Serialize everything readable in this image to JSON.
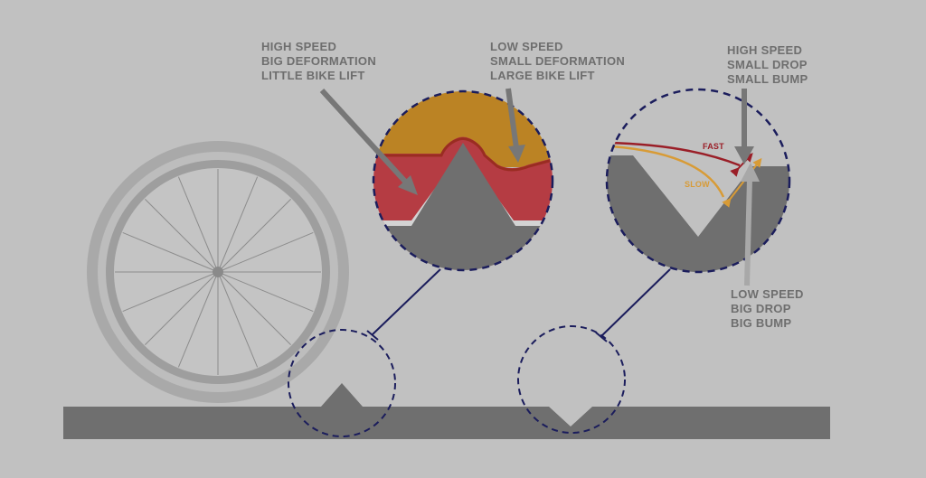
{
  "labels": {
    "high_speed_deformation": [
      "HIGH SPEED",
      "BIG DEFORMATION",
      "LITTLE BIKE LIFT"
    ],
    "low_speed_deformation": [
      "LOW SPEED",
      "SMALL DEFORMATION",
      "LARGE BIKE LIFT"
    ],
    "high_speed_drop": [
      "HIGH SPEED",
      "SMALL DROP",
      "SMALL BUMP"
    ],
    "low_speed_drop": [
      "LOW SPEED",
      "BIG DROP",
      "BIG BUMP"
    ],
    "fast_path": "FAST",
    "slow_path": "SLOW"
  },
  "colors": {
    "background": "#c1c1c1",
    "road": "#6f6f6f",
    "tread_orange": "#bb8324",
    "casing_red": "#b53c43",
    "fast_line": "#9a1e27",
    "slow_line": "#d89b36",
    "dashed_circle": "#1b1d5c",
    "arrow_gray": "#777777",
    "arrow_light": "#a8a8a8"
  }
}
